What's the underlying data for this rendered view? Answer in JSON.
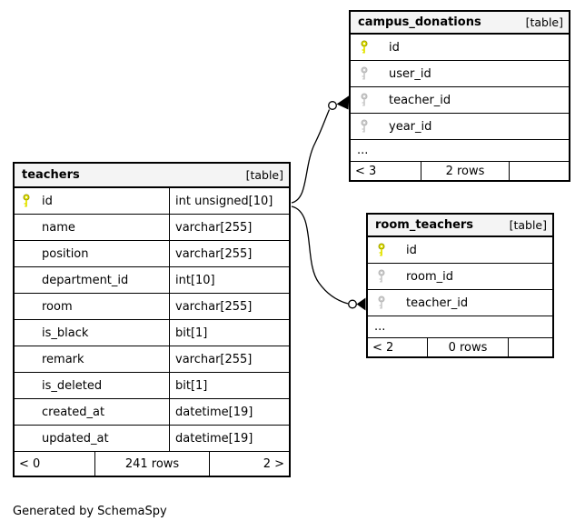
{
  "footer_note": "Generated by SchemaSpy",
  "colors": {
    "primary_key": "#e3e300",
    "primary_key_outline": "#9c9c00",
    "foreign_key": "#cccccc",
    "foreign_key_outline": "#b5b5b5",
    "header_bg": "#f4f4f4",
    "border": "#000000"
  },
  "tables": [
    {
      "name": "teachers",
      "tag": "[table]",
      "show_types": true,
      "columns": [
        {
          "name": "id",
          "type": "int unsigned[10]",
          "key": "primary"
        },
        {
          "name": "name",
          "type": "varchar[255]",
          "key": ""
        },
        {
          "name": "position",
          "type": "varchar[255]",
          "key": ""
        },
        {
          "name": "department_id",
          "type": "int[10]",
          "key": ""
        },
        {
          "name": "room",
          "type": "varchar[255]",
          "key": ""
        },
        {
          "name": "is_black",
          "type": "bit[1]",
          "key": ""
        },
        {
          "name": "remark",
          "type": "varchar[255]",
          "key": ""
        },
        {
          "name": "is_deleted",
          "type": "bit[1]",
          "key": ""
        },
        {
          "name": "created_at",
          "type": "datetime[19]",
          "key": ""
        },
        {
          "name": "updated_at",
          "type": "datetime[19]",
          "key": ""
        }
      ],
      "ellipsis": "",
      "footer": {
        "left": "< 0",
        "center": "241 rows",
        "right": "2 >"
      }
    },
    {
      "name": "campus_donations",
      "tag": "[table]",
      "show_types": false,
      "columns": [
        {
          "name": "id",
          "key": "primary"
        },
        {
          "name": "user_id",
          "key": "foreign"
        },
        {
          "name": "teacher_id",
          "key": "foreign"
        },
        {
          "name": "year_id",
          "key": "foreign"
        }
      ],
      "ellipsis": "...",
      "footer": {
        "left": "< 3",
        "center": "2 rows",
        "right": ""
      }
    },
    {
      "name": "room_teachers",
      "tag": "[table]",
      "show_types": false,
      "columns": [
        {
          "name": "id",
          "key": "primary"
        },
        {
          "name": "room_id",
          "key": "foreign"
        },
        {
          "name": "teacher_id",
          "key": "foreign"
        }
      ],
      "ellipsis": "...",
      "footer": {
        "left": "< 2",
        "center": "0 rows",
        "right": ""
      }
    }
  ],
  "relationships": [
    {
      "from": "teachers.id",
      "to": "campus_donations.teacher_id"
    },
    {
      "from": "teachers.id",
      "to": "room_teachers.teacher_id"
    }
  ]
}
